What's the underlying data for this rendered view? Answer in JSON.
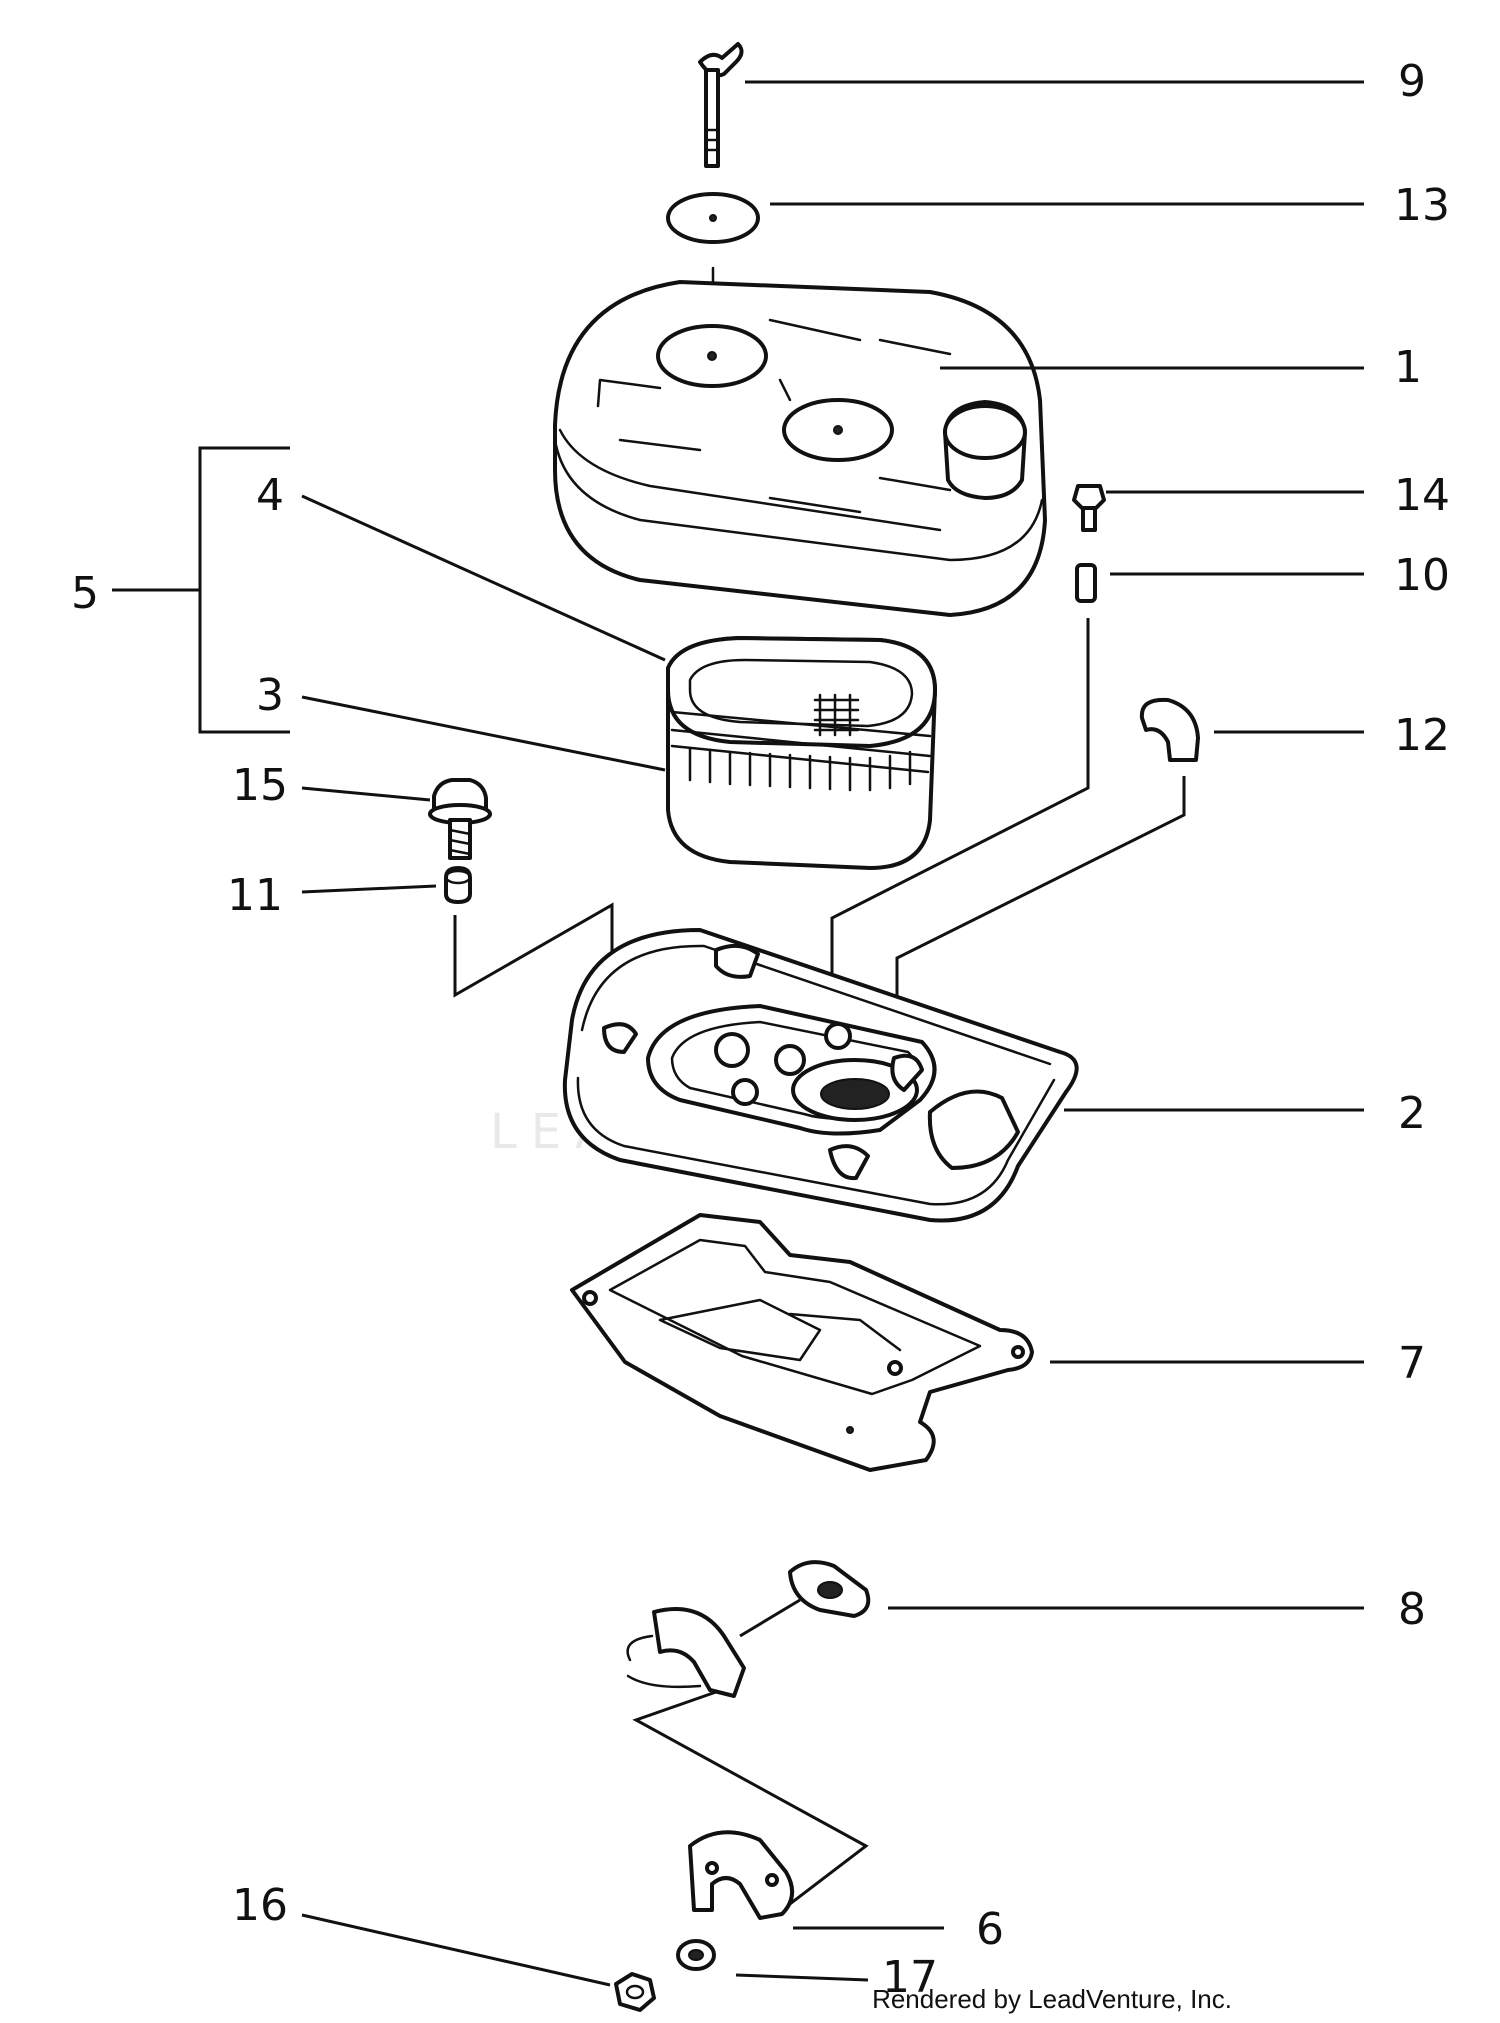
{
  "callouts": {
    "c1": "1",
    "c2": "2",
    "c3": "3",
    "c4": "4",
    "c5": "5",
    "c6": "6",
    "c7": "7",
    "c8": "8",
    "c9": "9",
    "c10": "10",
    "c11": "11",
    "c12": "12",
    "c13": "13",
    "c14": "14",
    "c15": "15",
    "c16": "16",
    "c17": "17"
  },
  "credit": "Rendered by LeadVenture, Inc.",
  "watermark": "LEADVENTURE"
}
